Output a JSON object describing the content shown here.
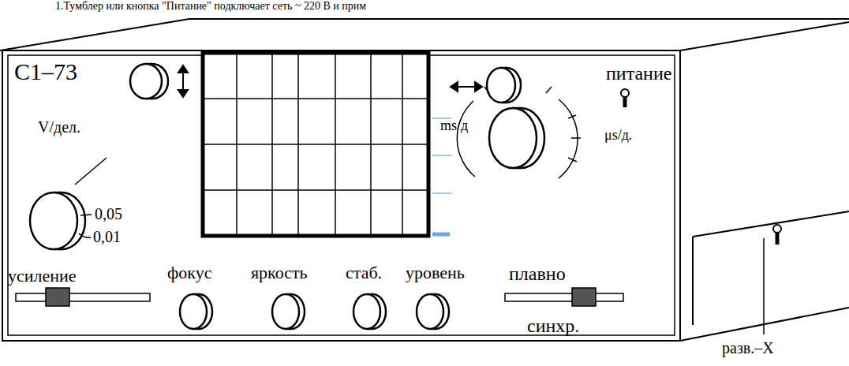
{
  "diagram": {
    "labels": [
      "1.Тумблер или кнопка \"Питание\" подключает сеть ~ 220 В и прим",
      "C1–73",
      "V/дел.",
      "0,05",
      "0,01",
      "питание",
      "ms/д",
      "μs/д.",
      "усиление",
      "фокус",
      "яркость",
      "стаб.",
      "уровень",
      "плавно",
      "синхр.",
      "разв.–X"
    ]
  }
}
